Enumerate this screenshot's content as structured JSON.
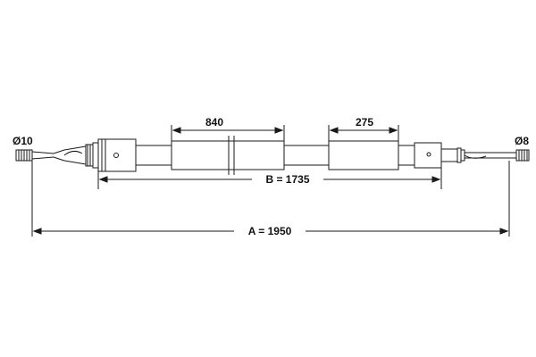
{
  "diagram": {
    "labels": {
      "left_end_diameter": "Ø10",
      "right_end_diameter": "Ø8",
      "left_sleeve_length": "840",
      "right_sleeve_length": "275",
      "b_dimension": "B = 1735",
      "a_dimension": "A = 1950"
    },
    "colors": {
      "line": "#1a1a1a",
      "background": "#ffffff"
    }
  }
}
